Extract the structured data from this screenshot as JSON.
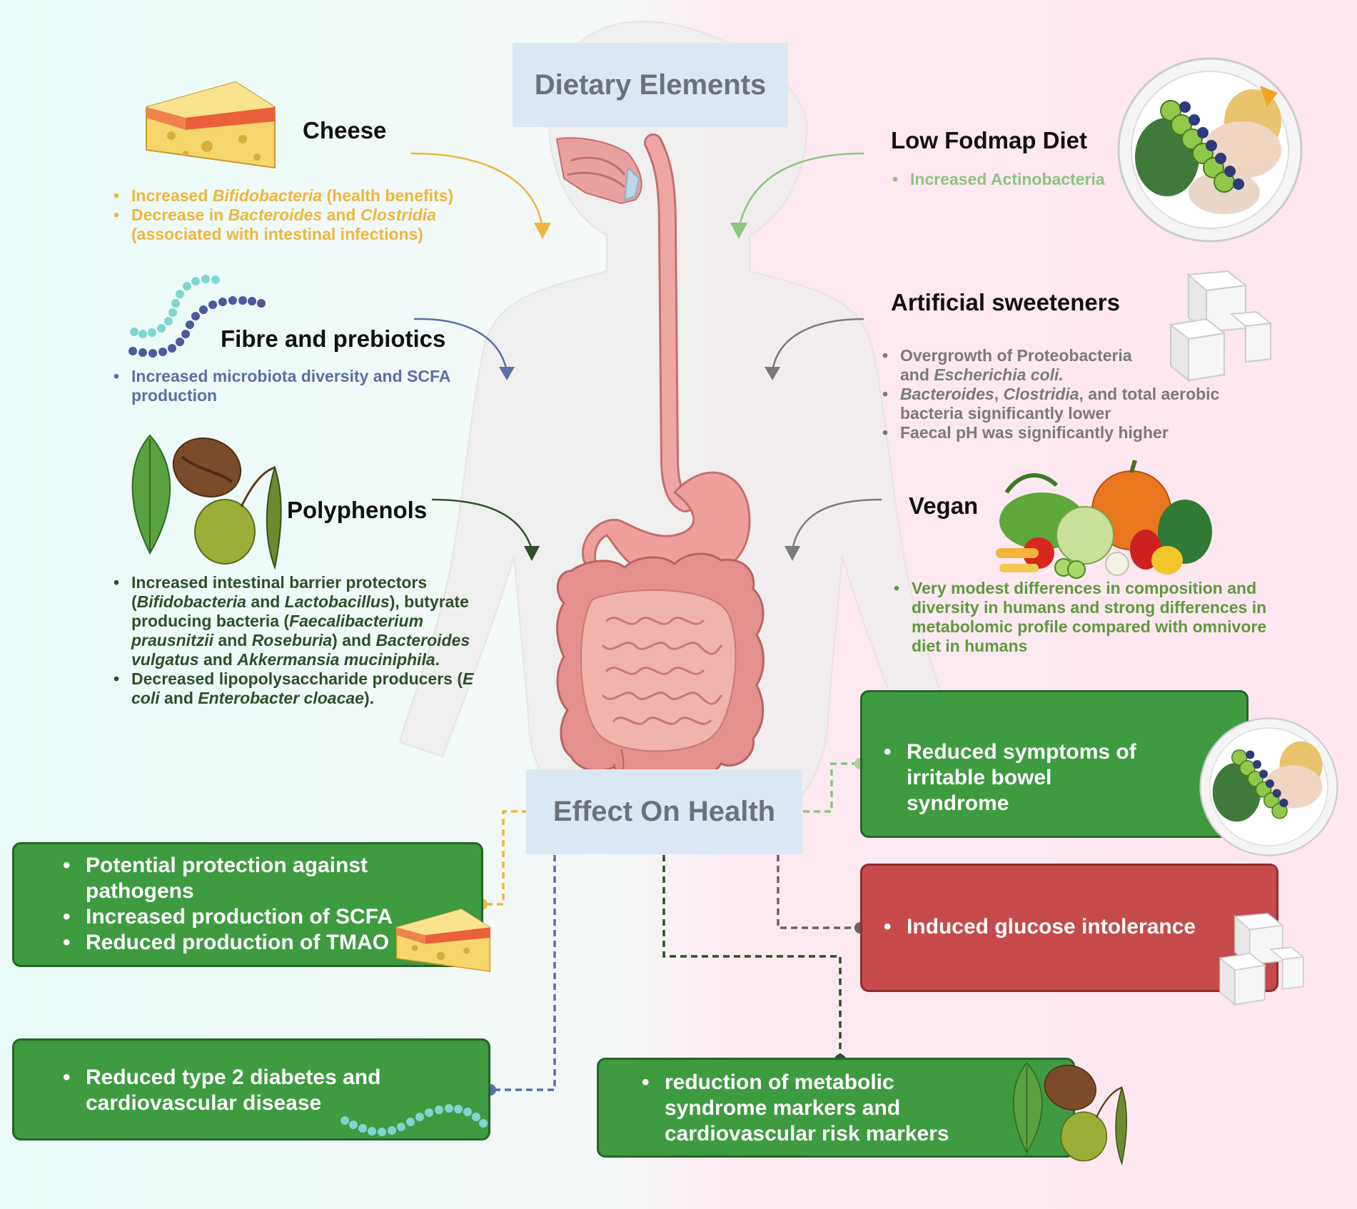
{
  "headers": {
    "dietary": "Dietary Elements",
    "effect": "Effect On Health"
  },
  "cheese": {
    "title": "Cheese",
    "b1_pre": "Increased ",
    "b1_em": "Bifidobacteria",
    "b1_post": " (health benefits)",
    "b2_pre": "Decrease in ",
    "b2_em1": "Bacteroides",
    "b2_mid": " and ",
    "b2_em2": "Clostridia",
    "b2_post": "(associated with intestinal infections)",
    "color": "#f0b53d"
  },
  "fibre": {
    "title": "Fibre and prebiotics",
    "b1": "Increased microbiota diversity and SCFA production",
    "color": "#5b6fa8"
  },
  "polyphenols": {
    "title": "Polyphenols",
    "b1_a": "Increased intestinal barrier protectors (",
    "b1_em1": "Bifidobacteria",
    "b1_b": " and ",
    "b1_em2": "Lactobacillus",
    "b1_c": "), butyrate producing bacteria (",
    "b1_em3": "Faecalibacterium prausnitzii",
    "b1_d": " and ",
    "b1_em4": "Roseburia",
    "b1_e": ") and ",
    "b1_em5": "Bacteroides vulgatus",
    "b1_f": " and ",
    "b1_em6": "Akkermansia muciniphila",
    "b1_g": ".",
    "b2_a": "Decreased lipopolysaccharide producers (",
    "b2_em1": "E coli",
    "b2_b": " and ",
    "b2_em2": "Enterobacter cloacae",
    "b2_c": ").",
    "color": "#2d4f2a"
  },
  "fodmap": {
    "title": "Low Fodmap Diet",
    "b1": "Increased Actinobacteria",
    "color": "#8cc481"
  },
  "sweeteners": {
    "title": "Artificial sweeteners",
    "b1_a": "Overgrowth of Proteobacteria",
    "b1_b": "and ",
    "b1_em": "Escherichia coli.",
    "b2_em1": "Bacteroides",
    "b2_a": ", ",
    "b2_em2": "Clostridia",
    "b2_b": ", and total aerobic bacteria significantly lower",
    "b3": " Faecal pH was significantly higher",
    "color": "#7a7a7a"
  },
  "vegan": {
    "title": "Vegan",
    "b1": "Very modest differences in composition and diversity in humans and strong differences in metabolomic profile compared with omnivore diet in humans",
    "color": "#5e9a3e"
  },
  "effects": {
    "ibs": "Reduced symptoms of irritable bowel syndrome",
    "glucose": "Induced glucose intolerance",
    "cheese_1": "Potential protection against pathogens",
    "cheese_2": "Increased production of SCFA",
    "cheese_3": "Reduced production of TMAO",
    "diabetes": "Reduced type 2 diabetes and cardiovascular disease",
    "metabolic": "reduction of metabolic syndrome markers and cardiovascular risk markers"
  },
  "colors": {
    "card_green": "#3e9b40",
    "card_red": "#c74a4b",
    "header_bg": "#dbe8f4",
    "gut_pink": "#e9a1a0"
  }
}
